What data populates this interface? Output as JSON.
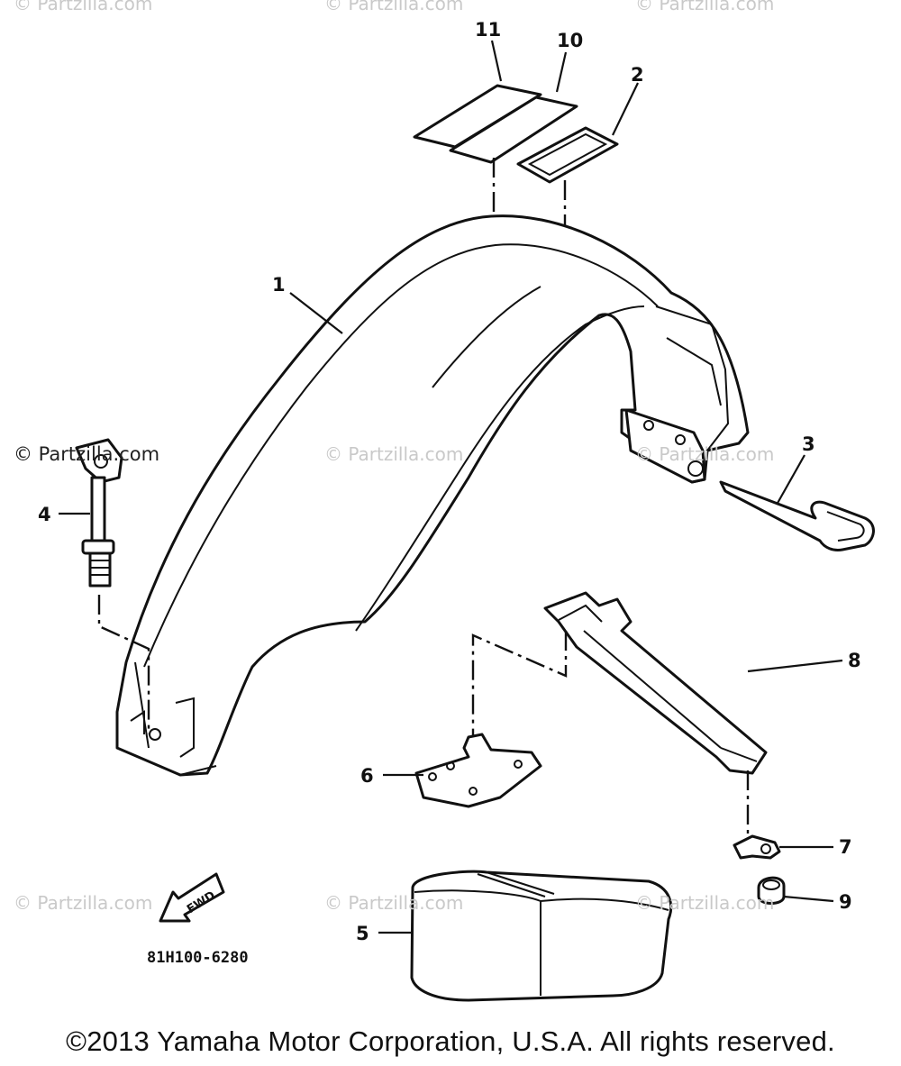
{
  "diagram": {
    "drawing_code": "81H100-6280",
    "direction_arrow_label": "FWD",
    "copyright": "©2013 Yamaha Motor Corporation, U.S.A. All rights reserved.",
    "watermark_text": "© Partzilla.com",
    "callouts": {
      "p1": "1",
      "p2": "2",
      "p3": "3",
      "p4": "4",
      "p5": "5",
      "p6": "6",
      "p7": "7",
      "p8": "8",
      "p9": "9",
      "p10": "10",
      "p11": "11"
    }
  }
}
